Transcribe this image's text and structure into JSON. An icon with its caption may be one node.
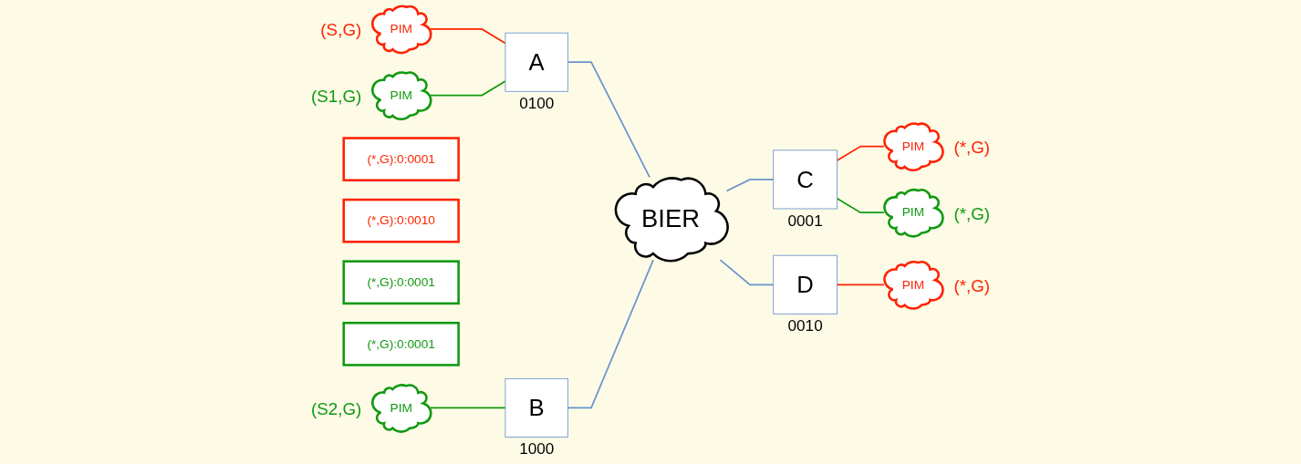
{
  "diagram": {
    "nodes": [
      {
        "text": [
          "PIM"
        ],
        "beside": [
          "(S,G)"
        ]
      },
      {
        "text": [
          "PIM"
        ],
        "beside": [
          "(S1,G)"
        ]
      },
      {
        "text": [
          "A"
        ],
        "beside": [
          "0100"
        ]
      },
      {
        "text": [
          "(*,G):0:0001"
        ]
      },
      {
        "text": [
          "(*,G):0:0010"
        ]
      },
      {
        "text": [
          "(*,G):0:0001"
        ]
      },
      {
        "text": [
          "BIER"
        ]
      },
      {
        "text": [
          "C"
        ],
        "beside": [
          "0001"
        ]
      },
      {
        "text": [
          "PIM"
        ],
        "beside": [
          "(*,G)"
        ]
      },
      {
        "text": [
          "PIM"
        ],
        "beside": [
          "(*,G)"
        ]
      },
      {
        "text": [
          "(*,G):0:0001"
        ]
      },
      {
        "text": [
          "PIM"
        ],
        "beside": [
          "(S2,G)"
        ]
      },
      {
        "text": [
          "B"
        ],
        "beside": [
          "1000"
        ]
      },
      {
        "text": [
          "D"
        ],
        "beside": [
          "0010"
        ]
      },
      {
        "text": [
          "PIM"
        ],
        "beside": [
          "(*,G)"
        ]
      }
    ],
    "edges": [
      {
        "from": 0,
        "to": 2,
        "arrow": "none",
        "color": "#ff2200"
      },
      {
        "from": 1,
        "to": 2,
        "arrow": "none",
        "color": "#119911"
      },
      {
        "from": 2,
        "to": 6,
        "arrow": "none",
        "color": "#6a93cc"
      },
      {
        "from": 6,
        "to": 7,
        "arrow": "none",
        "color": "#6a93cc"
      },
      {
        "from": 7,
        "to": 8,
        "arrow": "none",
        "color": "#ff2200"
      },
      {
        "from": 7,
        "to": 9,
        "arrow": "none",
        "color": "#119911"
      },
      {
        "from": 11,
        "to": 12,
        "arrow": "none",
        "color": "#119911"
      },
      {
        "from": 12,
        "to": 6,
        "arrow": "none",
        "color": "#6a93cc"
      },
      {
        "from": 6,
        "to": 13,
        "arrow": "none",
        "color": "#6a93cc"
      },
      {
        "from": 13,
        "to": 14,
        "arrow": "none",
        "color": "#ff2200"
      }
    ]
  }
}
